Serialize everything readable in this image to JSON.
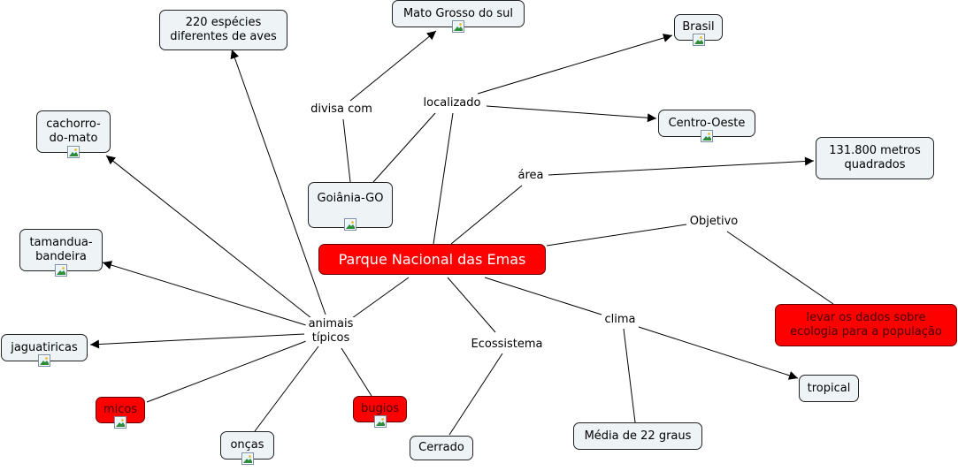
{
  "concept_map": {
    "main": "Parque Nacional das Emas",
    "concepts": {
      "aves": "220 espécies\ndiferentes de aves",
      "mato_grosso": "Mato Grosso do sul",
      "brasil": "Brasil",
      "cachorro": "cachorro-\ndo-mato",
      "centro_oeste": "Centro-Oeste",
      "metros": "131.800 metros\nquadrados",
      "goiania": "Goiânia-GO",
      "tamandua": "tamandua-\nbandeira",
      "levar": "levar os dados sobre\necologia para a população",
      "jaguatiricas": "jaguatiricas",
      "tropical": "tropical",
      "micos": "micos",
      "bugios": "bugios",
      "oncas": "onças",
      "cerrado": "Cerrado",
      "media": "Média de 22 graus"
    },
    "linking_phrases": {
      "divisa": "divisa com",
      "localizado": "localizado",
      "area": "área",
      "objetivo": "Objetivo",
      "animais": "animais\ntípicos",
      "ecossistema": "Ecossistema",
      "clima": "clima"
    }
  },
  "icons": {
    "image_resource": "image-resource-icon"
  },
  "colors": {
    "red_node": "#ff0000",
    "concept_bg": "#eef3f6",
    "line": "#000000"
  }
}
